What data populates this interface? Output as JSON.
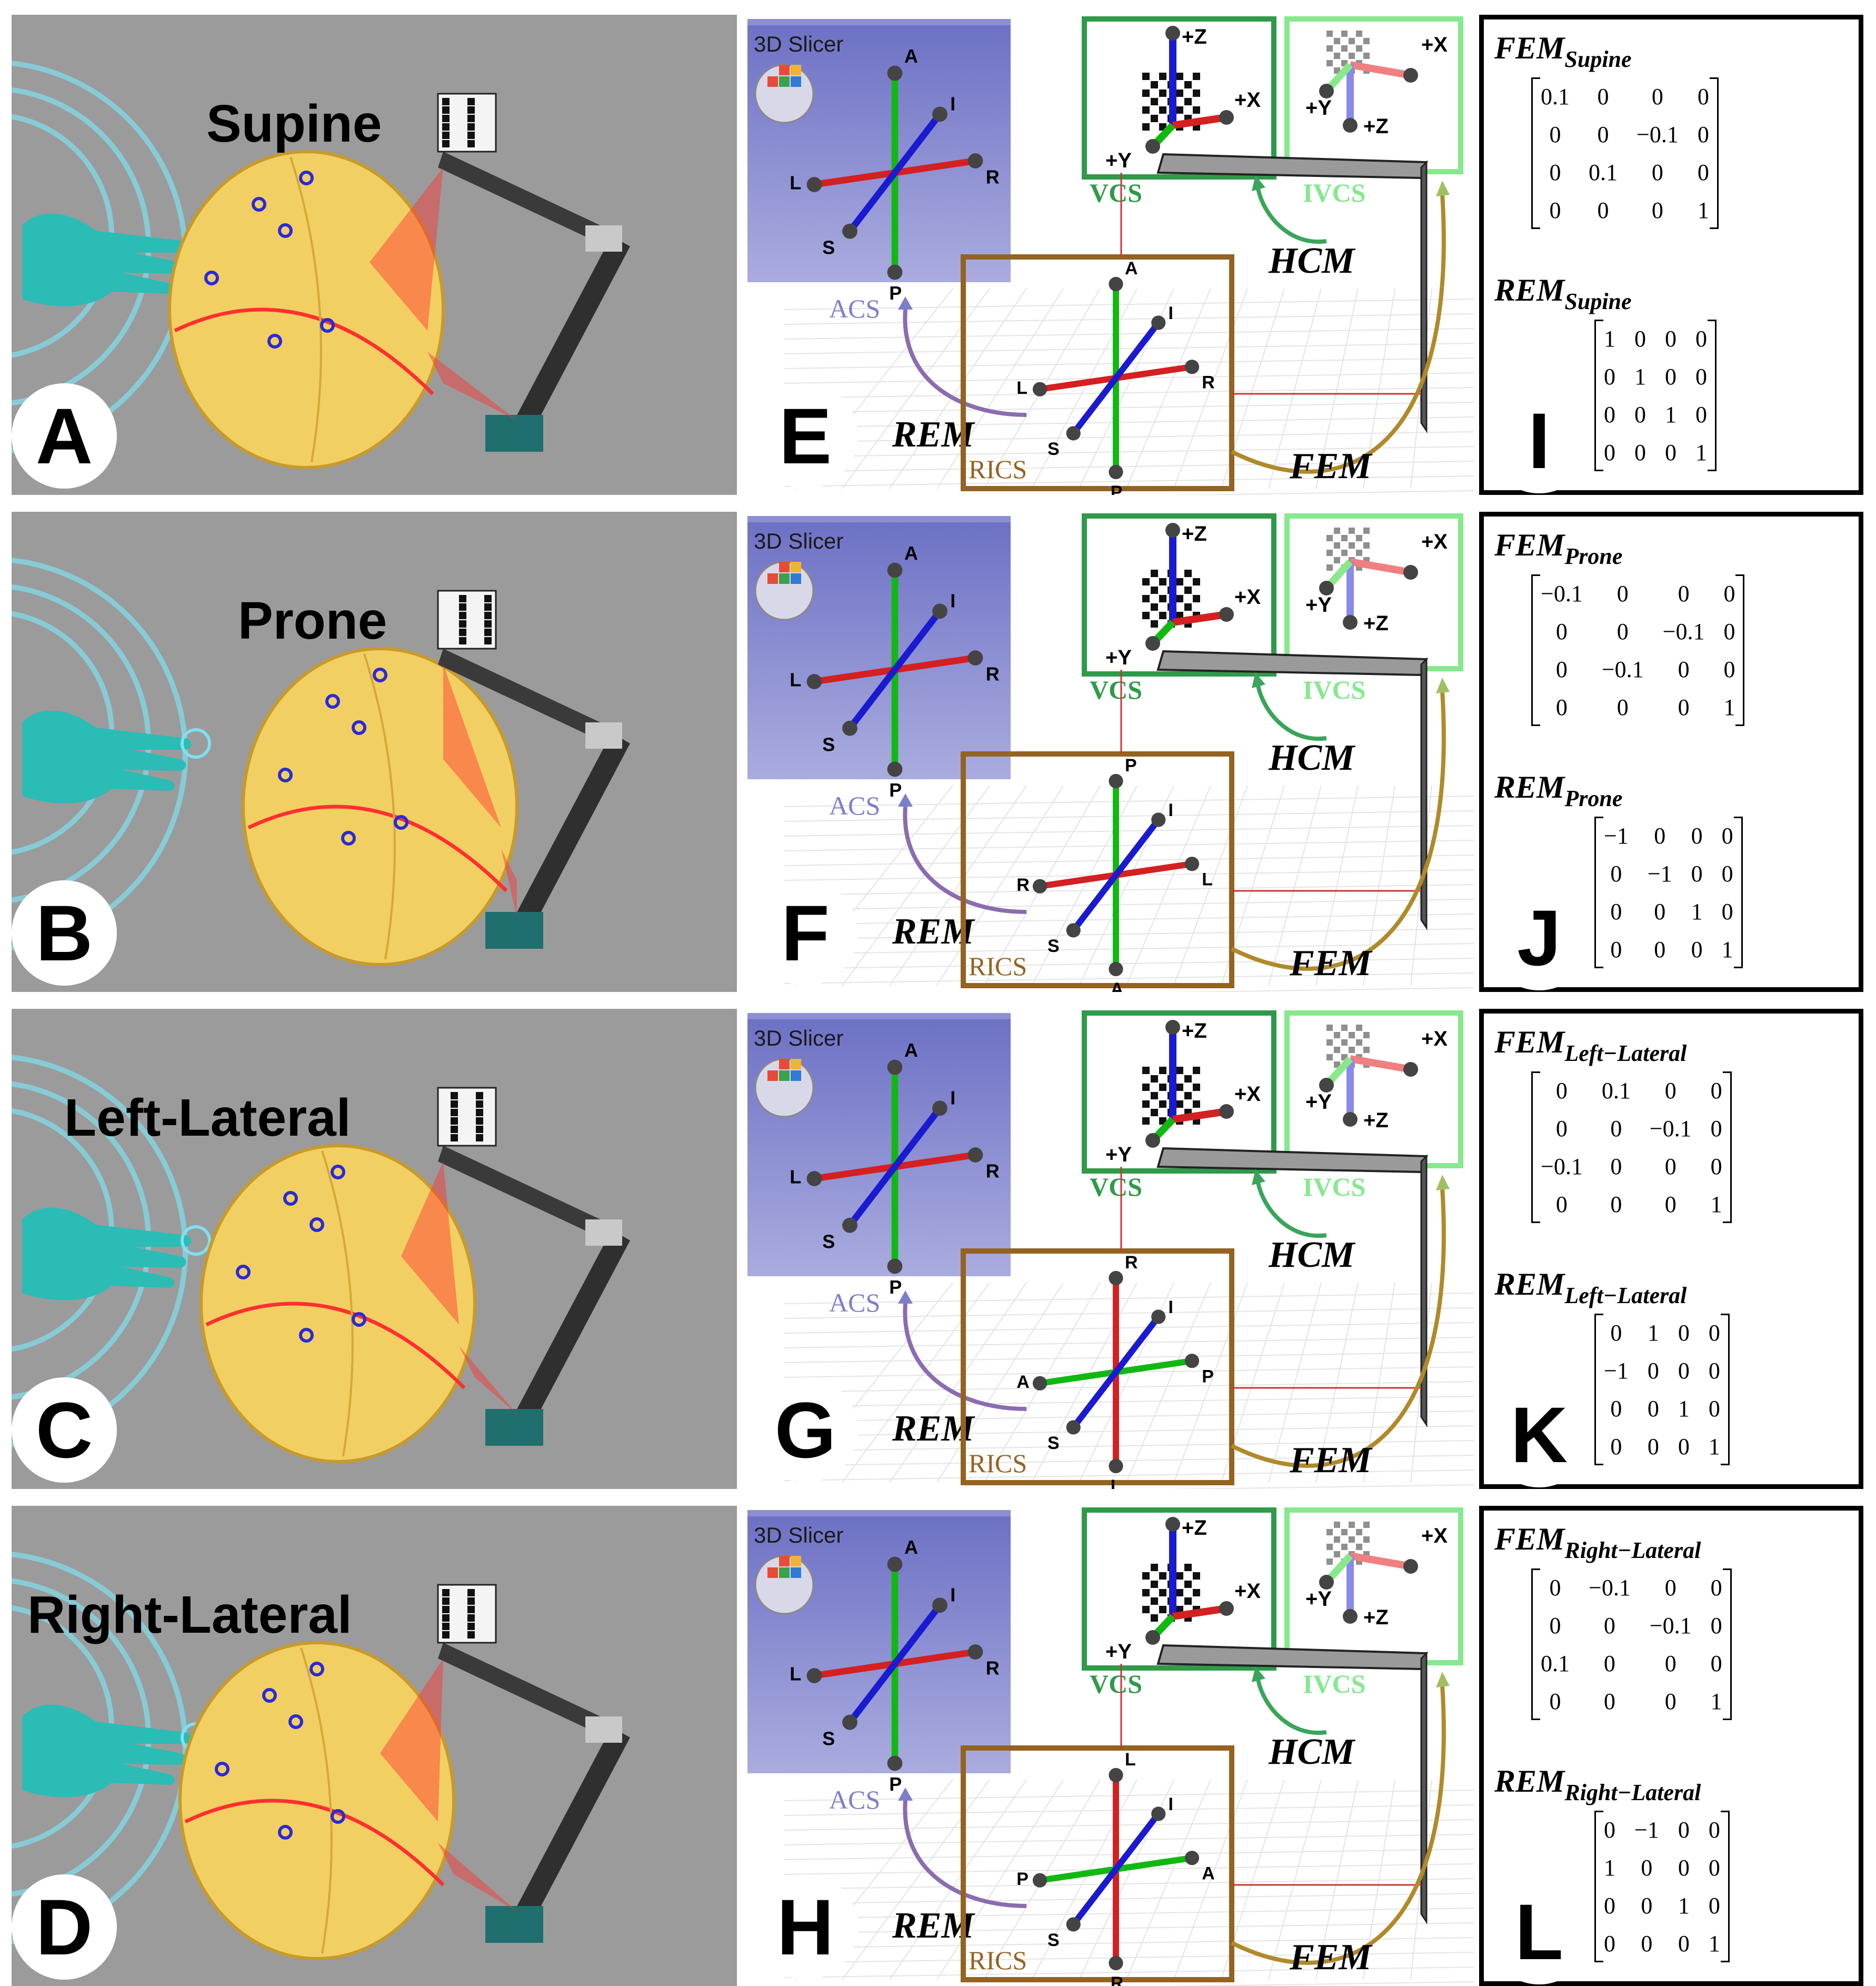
{
  "panels": [
    {
      "id": "supine",
      "letters": [
        "A",
        "E",
        "I"
      ],
      "title": "Supine",
      "slicer_label": "3D Slicer",
      "acs_axes": {
        "top": "A",
        "bottom": "P",
        "left": "L",
        "right": "R",
        "diag_up": "I",
        "diag_down": "S"
      },
      "rics_axes": {
        "top": "A",
        "bottom": "P",
        "left": "L",
        "right": "R",
        "diag_up": "I",
        "diag_down": "S"
      },
      "vcs_axes": {
        "up": "+Z",
        "right": "+X",
        "diag": "+Y"
      },
      "ivcs_axes": {
        "right": "+X",
        "down": "+Z",
        "diag": "+Y"
      },
      "frames": {
        "vcs": "VCS",
        "ivcs": "IVCS",
        "rics": "RICS",
        "acs": "ACS"
      },
      "arrows": {
        "hcm": "HCM",
        "rem": "REM",
        "fem": "FEM"
      },
      "fem": {
        "name": "FEM",
        "sub": "Supine",
        "rows": [
          [
            "0.1",
            "0",
            "0",
            "0"
          ],
          [
            "0",
            "0",
            "−0.1",
            "0"
          ],
          [
            "0",
            "0.1",
            "0",
            "0"
          ],
          [
            "0",
            "0",
            "0",
            "1"
          ]
        ]
      },
      "rem": {
        "name": "REM",
        "sub": "Supine",
        "rows": [
          [
            "1",
            "0",
            "0",
            "0"
          ],
          [
            "0",
            "1",
            "0",
            "0"
          ],
          [
            "0",
            "0",
            "1",
            "0"
          ],
          [
            "0",
            "0",
            "0",
            "1"
          ]
        ]
      }
    },
    {
      "id": "prone",
      "letters": [
        "B",
        "F",
        "J"
      ],
      "title": "Prone",
      "slicer_label": "3D Slicer",
      "acs_axes": {
        "top": "A",
        "bottom": "P",
        "left": "L",
        "right": "R",
        "diag_up": "I",
        "diag_down": "S"
      },
      "rics_axes": {
        "top": "P",
        "bottom": "A",
        "left": "R",
        "right": "L",
        "diag_up": "I",
        "diag_down": "S"
      },
      "vcs_axes": {
        "up": "+Z",
        "right": "+X",
        "diag": "+Y"
      },
      "ivcs_axes": {
        "right": "+X",
        "down": "+Z",
        "diag": "+Y"
      },
      "frames": {
        "vcs": "VCS",
        "ivcs": "IVCS",
        "rics": "RICS",
        "acs": "ACS"
      },
      "arrows": {
        "hcm": "HCM",
        "rem": "REM",
        "fem": "FEM"
      },
      "fem": {
        "name": "FEM",
        "sub": "Prone",
        "rows": [
          [
            "−0.1",
            "0",
            "0",
            "0"
          ],
          [
            "0",
            "0",
            "−0.1",
            "0"
          ],
          [
            "0",
            "−0.1",
            "0",
            "0"
          ],
          [
            "0",
            "0",
            "0",
            "1"
          ]
        ]
      },
      "rem": {
        "name": "REM",
        "sub": "Prone",
        "rows": [
          [
            "−1",
            "0",
            "0",
            "0"
          ],
          [
            "0",
            "−1",
            "0",
            "0"
          ],
          [
            "0",
            "0",
            "1",
            "0"
          ],
          [
            "0",
            "0",
            "0",
            "1"
          ]
        ]
      }
    },
    {
      "id": "left-lateral",
      "letters": [
        "C",
        "G",
        "K"
      ],
      "title": "Left-Lateral",
      "slicer_label": "3D Slicer",
      "acs_axes": {
        "top": "A",
        "bottom": "P",
        "left": "L",
        "right": "R",
        "diag_up": "I",
        "diag_down": "S"
      },
      "rics_axes": {
        "top": "R",
        "bottom": "L",
        "left": "A",
        "right": "P",
        "diag_up": "I",
        "diag_down": "S"
      },
      "vcs_axes": {
        "up": "+Z",
        "right": "+X",
        "diag": "+Y"
      },
      "ivcs_axes": {
        "right": "+X",
        "down": "+Z",
        "diag": "+Y"
      },
      "frames": {
        "vcs": "VCS",
        "ivcs": "IVCS",
        "rics": "RICS",
        "acs": "ACS"
      },
      "arrows": {
        "hcm": "HCM",
        "rem": "REM",
        "fem": "FEM"
      },
      "fem": {
        "name": "FEM",
        "sub": "Left−Lateral",
        "rows": [
          [
            "0",
            "0.1",
            "0",
            "0"
          ],
          [
            "0",
            "0",
            "−0.1",
            "0"
          ],
          [
            "−0.1",
            "0",
            "0",
            "0"
          ],
          [
            "0",
            "0",
            "0",
            "1"
          ]
        ]
      },
      "rem": {
        "name": "REM",
        "sub": "Left−Lateral",
        "rows": [
          [
            "0",
            "1",
            "0",
            "0"
          ],
          [
            "−1",
            "0",
            "0",
            "0"
          ],
          [
            "0",
            "0",
            "1",
            "0"
          ],
          [
            "0",
            "0",
            "0",
            "1"
          ]
        ]
      }
    },
    {
      "id": "right-lateral",
      "letters": [
        "D",
        "H",
        "L"
      ],
      "title": "Right-Lateral",
      "slicer_label": "3D Slicer",
      "acs_axes": {
        "top": "A",
        "bottom": "P",
        "left": "L",
        "right": "R",
        "diag_up": "I",
        "diag_down": "S"
      },
      "rics_axes": {
        "top": "L",
        "bottom": "R",
        "left": "P",
        "right": "A",
        "diag_up": "I",
        "diag_down": "S"
      },
      "vcs_axes": {
        "up": "+Z",
        "right": "+X",
        "diag": "+Y"
      },
      "ivcs_axes": {
        "right": "+X",
        "down": "+Z",
        "diag": "+Y"
      },
      "frames": {
        "vcs": "VCS",
        "ivcs": "IVCS",
        "rics": "RICS",
        "acs": "ACS"
      },
      "arrows": {
        "hcm": "HCM",
        "rem": "REM",
        "fem": "FEM"
      },
      "fem": {
        "name": "FEM",
        "sub": "Right−Lateral",
        "rows": [
          [
            "0",
            "−0.1",
            "0",
            "0"
          ],
          [
            "0",
            "0",
            "−0.1",
            "0"
          ],
          [
            "0.1",
            "0",
            "0",
            "0"
          ],
          [
            "0",
            "0",
            "0",
            "1"
          ]
        ]
      },
      "rem": {
        "name": "REM",
        "sub": "Right−Lateral",
        "rows": [
          [
            "0",
            "−1",
            "0",
            "0"
          ],
          [
            "1",
            "0",
            "0",
            "0"
          ],
          [
            "0",
            "0",
            "1",
            "0"
          ],
          [
            "0",
            "0",
            "0",
            "1"
          ]
        ]
      }
    }
  ],
  "colors": {
    "viewport_bg": "#9b9b9b",
    "head": "#f2cf62",
    "head_edge": "#c79a2a",
    "hand": "#2bbcb6",
    "ring": "#7fe0f0",
    "laser": "#ff3030",
    "landmark": "#2a2ad8",
    "frame_vcs": "#2e9a4a",
    "frame_ivcs": "#86e88f",
    "frame_rics": "#946321",
    "acs": "#7a7fcc",
    "axis_red": "#d42020",
    "axis_green": "#12b812",
    "axis_blue": "#1a1ad0"
  },
  "icons": [
    "hand-icon",
    "qr-marker-icon",
    "head-model",
    "slicer-logo-icon"
  ]
}
